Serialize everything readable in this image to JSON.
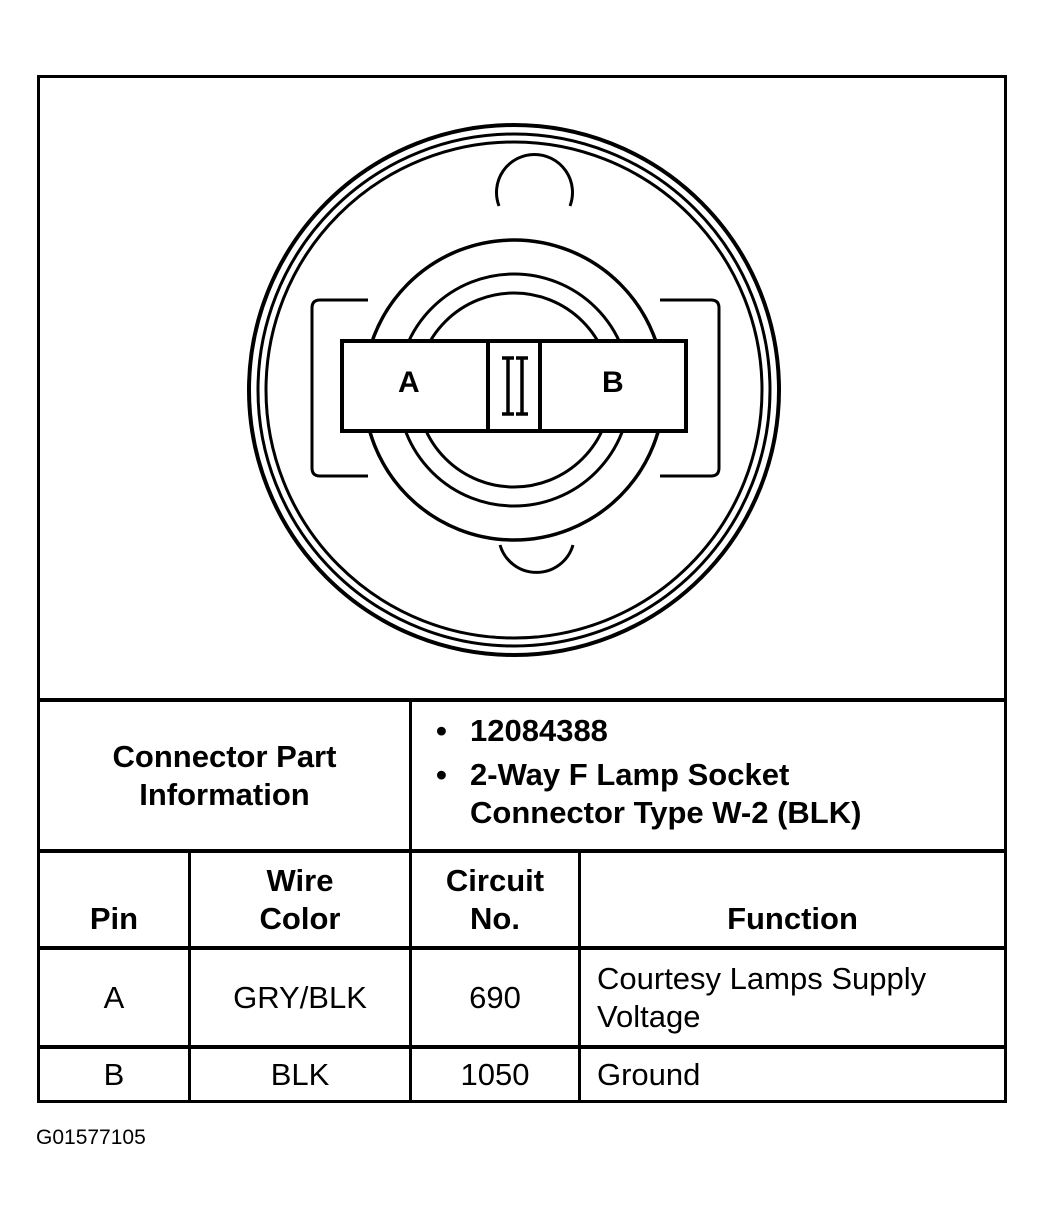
{
  "diagram": {
    "type": "connector-face-view",
    "pin_labels": [
      "A",
      "B"
    ],
    "center_key_glyph": "II",
    "colors": {
      "line": "#000000",
      "background": "#ffffff"
    }
  },
  "connector_info": {
    "label_line1": "Connector Part",
    "label_line2": "Information",
    "items": [
      {
        "bullet": "•",
        "lines": [
          "12084388"
        ]
      },
      {
        "bullet": "•",
        "lines": [
          "2-Way F Lamp Socket",
          "Connector Type W-2 (BLK)"
        ]
      }
    ]
  },
  "table": {
    "headers": {
      "pin": "Pin",
      "wire_color_line1": "Wire",
      "wire_color_line2": "Color",
      "circuit_line1": "Circuit",
      "circuit_line2": "No.",
      "function": "Function"
    },
    "rows": [
      {
        "pin": "A",
        "wire_color": "GRY/BLK",
        "circuit": "690",
        "function_line1": "Courtesy Lamps Supply",
        "function_line2": "Voltage"
      },
      {
        "pin": "B",
        "wire_color": "BLK",
        "circuit": "1050",
        "function_line1": "Ground",
        "function_line2": ""
      }
    ]
  },
  "figure_code": "G01577105"
}
